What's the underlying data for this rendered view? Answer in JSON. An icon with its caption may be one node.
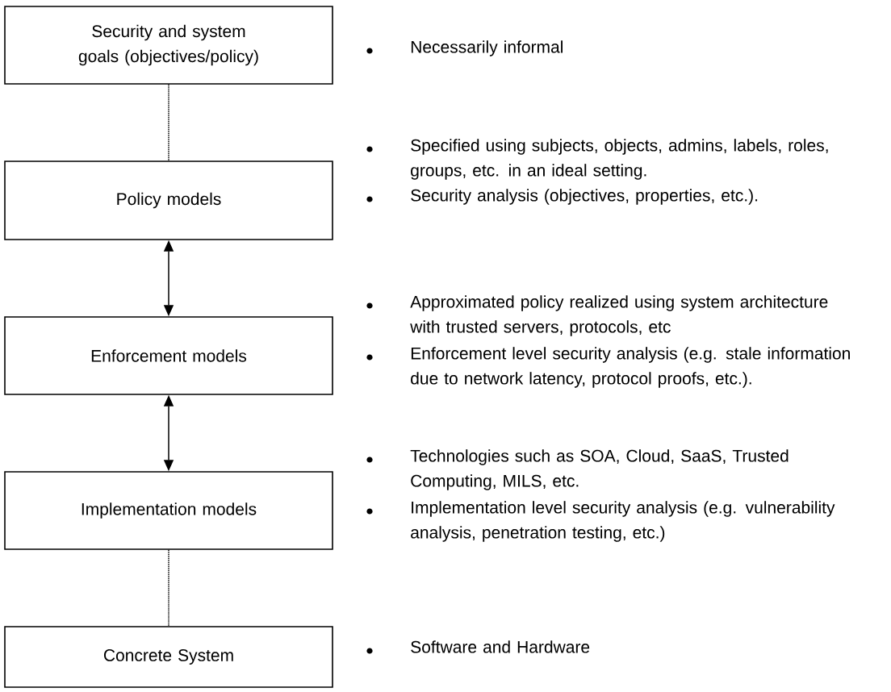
{
  "diagram": {
    "nodes": [
      {
        "text": [
          "Security and system goals (objectives/policy)"
        ]
      },
      {
        "text": [
          "Policy models"
        ]
      },
      {
        "text": [
          "Enforcement models"
        ]
      },
      {
        "text": [
          "Implementation models"
        ]
      },
      {
        "text": [
          "Concrete System"
        ]
      }
    ],
    "edges": [
      {
        "from": 0,
        "to": 1,
        "arrow": "none",
        "style": "dashed"
      },
      {
        "from": 1,
        "to": 2,
        "arrow": "both"
      },
      {
        "from": 2,
        "to": 3,
        "arrow": "both"
      },
      {
        "from": 3,
        "to": 4,
        "arrow": "none",
        "style": "dashed"
      }
    ],
    "labels": [
      "Necessarily informal",
      "Specified using subjects, objects, admins, labels, roles, groups, etc. in an ideal setting.",
      "Security analysis (objectives, properties, etc.).",
      "Approximated policy realized using system architecture with trusted servers, protocols, etc",
      "Enforcement level security analysis (e.g. stale information due to network latency, protocol proofs, etc.).",
      "Technologies such as SOA, Cloud, SaaS, Trusted Computing, MILS, etc.",
      "Implementation level security analysis (e.g. vulnerability analysis, penetration testing, etc.)",
      "Software and Hardware"
    ]
  }
}
